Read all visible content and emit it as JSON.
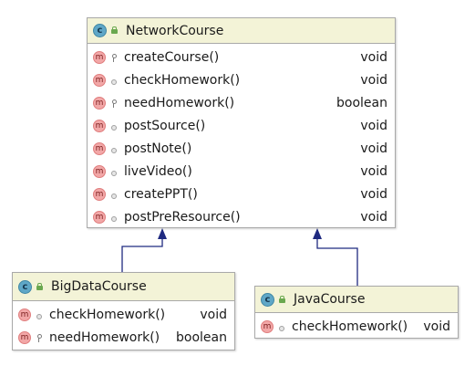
{
  "classes": {
    "network_course": {
      "name": "NetworkCourse",
      "methods": [
        {
          "name": "createCourse()",
          "type": "void",
          "visibility": "protected"
        },
        {
          "name": "checkHomework()",
          "type": "void",
          "visibility": "public"
        },
        {
          "name": "needHomework()",
          "type": "boolean",
          "visibility": "protected"
        },
        {
          "name": "postSource()",
          "type": "void",
          "visibility": "public"
        },
        {
          "name": "postNote()",
          "type": "void",
          "visibility": "public"
        },
        {
          "name": "liveVideo()",
          "type": "void",
          "visibility": "public"
        },
        {
          "name": "createPPT()",
          "type": "void",
          "visibility": "public"
        },
        {
          "name": "postPreResource()",
          "type": "void",
          "visibility": "public"
        }
      ]
    },
    "big_data_course": {
      "name": "BigDataCourse",
      "methods": [
        {
          "name": "checkHomework()",
          "type": "void",
          "visibility": "public"
        },
        {
          "name": "needHomework()",
          "type": "boolean",
          "visibility": "protected"
        }
      ]
    },
    "java_course": {
      "name": "JavaCourse",
      "methods": [
        {
          "name": "checkHomework()",
          "type": "void",
          "visibility": "public"
        }
      ]
    }
  },
  "icons": {
    "class_letter": "c",
    "method_letter": "m"
  },
  "colors": {
    "header_bg": "#f3f3d7",
    "arrow": "#1f2a80",
    "class_icon": "#5fa7c7",
    "method_icon": "#f2a7a7"
  }
}
